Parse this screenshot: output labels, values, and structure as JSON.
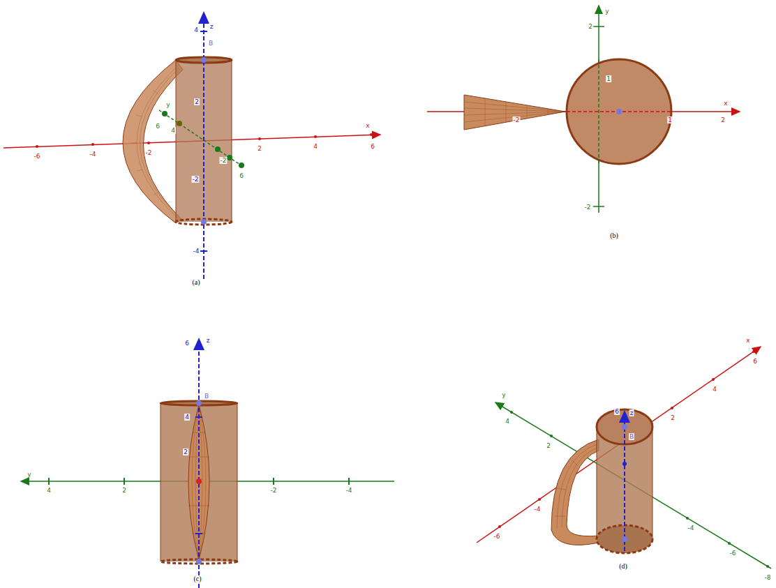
{
  "diagram": {
    "labels": [
      "4",
      "z",
      "B",
      "2",
      "-2",
      "-4",
      "x",
      "-6",
      "-4",
      "-2",
      "2",
      "4",
      "6",
      "y",
      "6",
      "4",
      "-2",
      "6",
      "(a)",
      "y",
      "2",
      "1",
      "x",
      "2",
      "1",
      "-2",
      "-2",
      "(b)",
      "6",
      "z",
      "4",
      "B",
      "2",
      "y",
      "4",
      "2",
      "-2",
      "-4",
      "(c)",
      "6",
      "z",
      "B",
      "x",
      "6",
      "4",
      "2",
      "-4",
      "-6",
      "y",
      "4",
      "2",
      "-4",
      "-6",
      "-8",
      "(d)"
    ]
  }
}
